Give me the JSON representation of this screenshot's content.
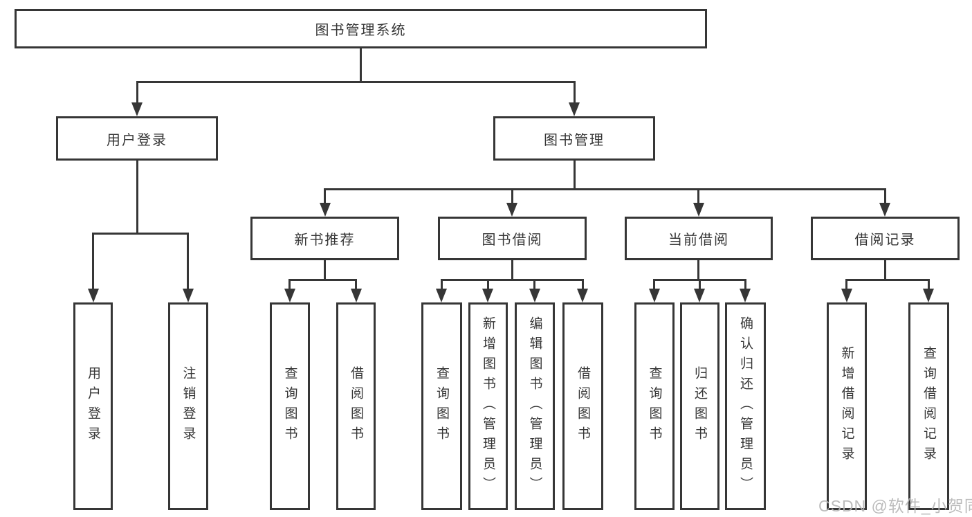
{
  "tree": {
    "label": "图书管理系统",
    "children": [
      {
        "label": "用户登录",
        "children": [
          {
            "label": "用户登录"
          },
          {
            "label": "注销登录"
          }
        ]
      },
      {
        "label": "图书管理",
        "children": [
          {
            "label": "新书推荐",
            "children": [
              {
                "label": "查询图书"
              },
              {
                "label": "借阅图书"
              }
            ]
          },
          {
            "label": "图书借阅",
            "children": [
              {
                "label": "查询图书"
              },
              {
                "label": "新增图书（管理员）"
              },
              {
                "label": "编辑图书（管理员）"
              },
              {
                "label": "借阅图书"
              }
            ]
          },
          {
            "label": "当前借阅",
            "children": [
              {
                "label": "查询图书"
              },
              {
                "label": "归还图书"
              },
              {
                "label": "确认归还（管理员）"
              }
            ]
          },
          {
            "label": "借阅记录",
            "children": [
              {
                "label": "新增借阅记录"
              },
              {
                "label": "查询借阅记录"
              }
            ]
          }
        ]
      }
    ]
  },
  "watermark": "CSDN @软件_小贺同学",
  "colors": {
    "line": "#363636",
    "text": "#363636",
    "watermark": "#b5b5b5",
    "background": "#ffffff"
  }
}
